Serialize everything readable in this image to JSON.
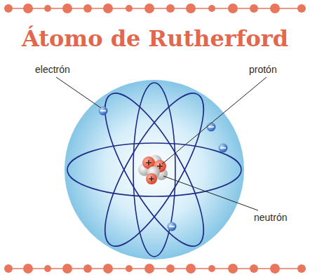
{
  "diagram": {
    "title": "Átomo de Rutherford",
    "labels": [
      "electrón",
      "protón",
      "neutrón"
    ]
  }
}
